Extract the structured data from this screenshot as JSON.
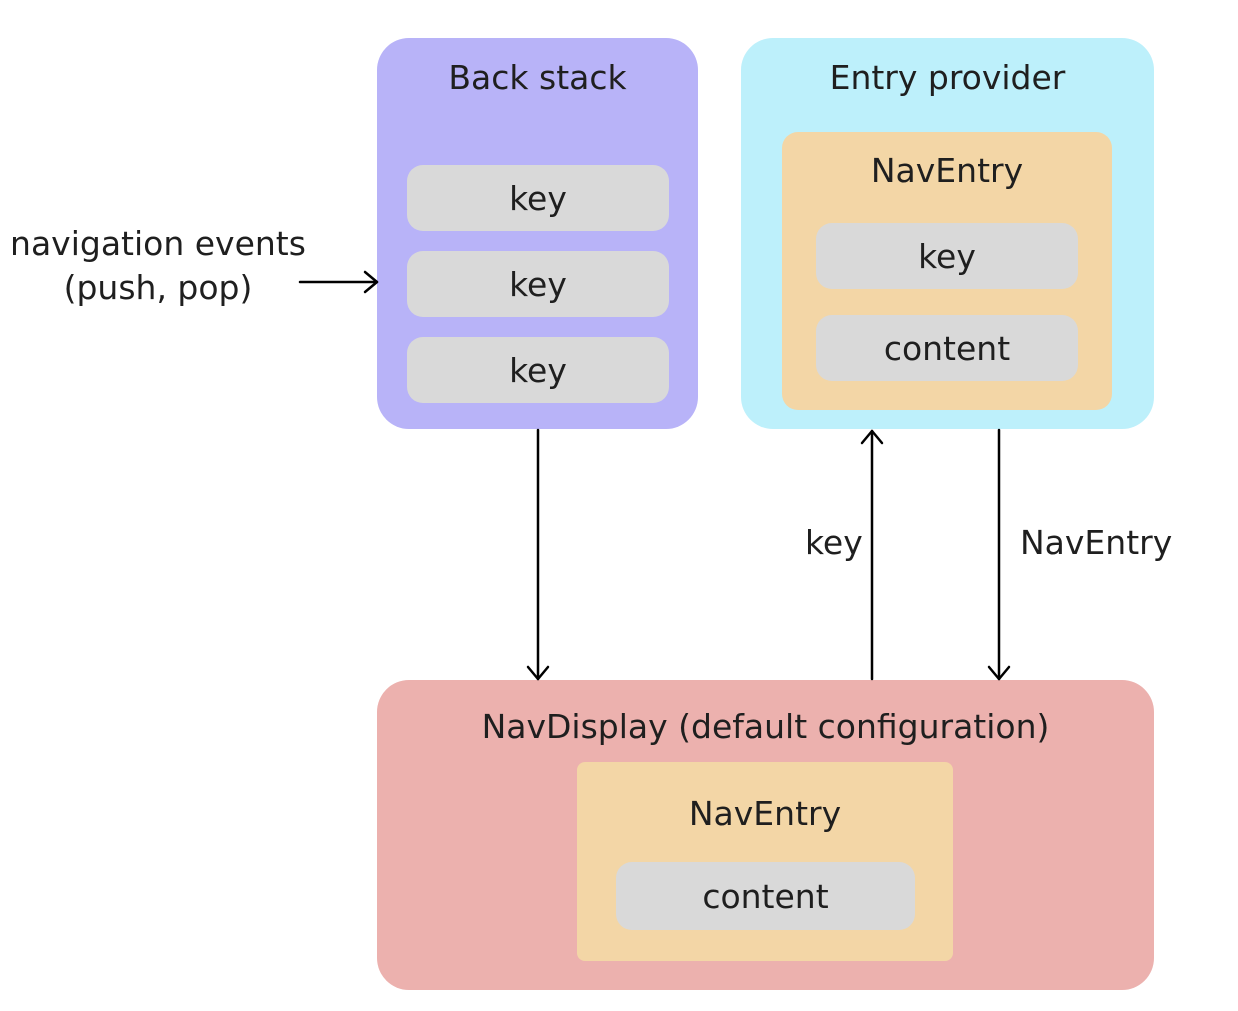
{
  "input": {
    "line1": "navigation events",
    "line2": "(push, pop)"
  },
  "back_stack": {
    "title": "Back stack",
    "items": [
      "key",
      "key",
      "key"
    ]
  },
  "entry_provider": {
    "title": "Entry provider",
    "nav_entry": {
      "title": "NavEntry",
      "items": [
        "key",
        "content"
      ]
    }
  },
  "arrows": {
    "key_label": "key",
    "naventry_label": "NavEntry"
  },
  "nav_display": {
    "title": "NavDisplay (default configuration)",
    "nav_entry": {
      "title": "NavEntry",
      "content": "content"
    }
  },
  "colors": {
    "back_stack": "#b8b3f8",
    "entry_provider": "#bdf0fb",
    "nav_entry": "#f3d6a6",
    "nav_display": "#ecb1ae",
    "pill": "#d9d9d9"
  }
}
